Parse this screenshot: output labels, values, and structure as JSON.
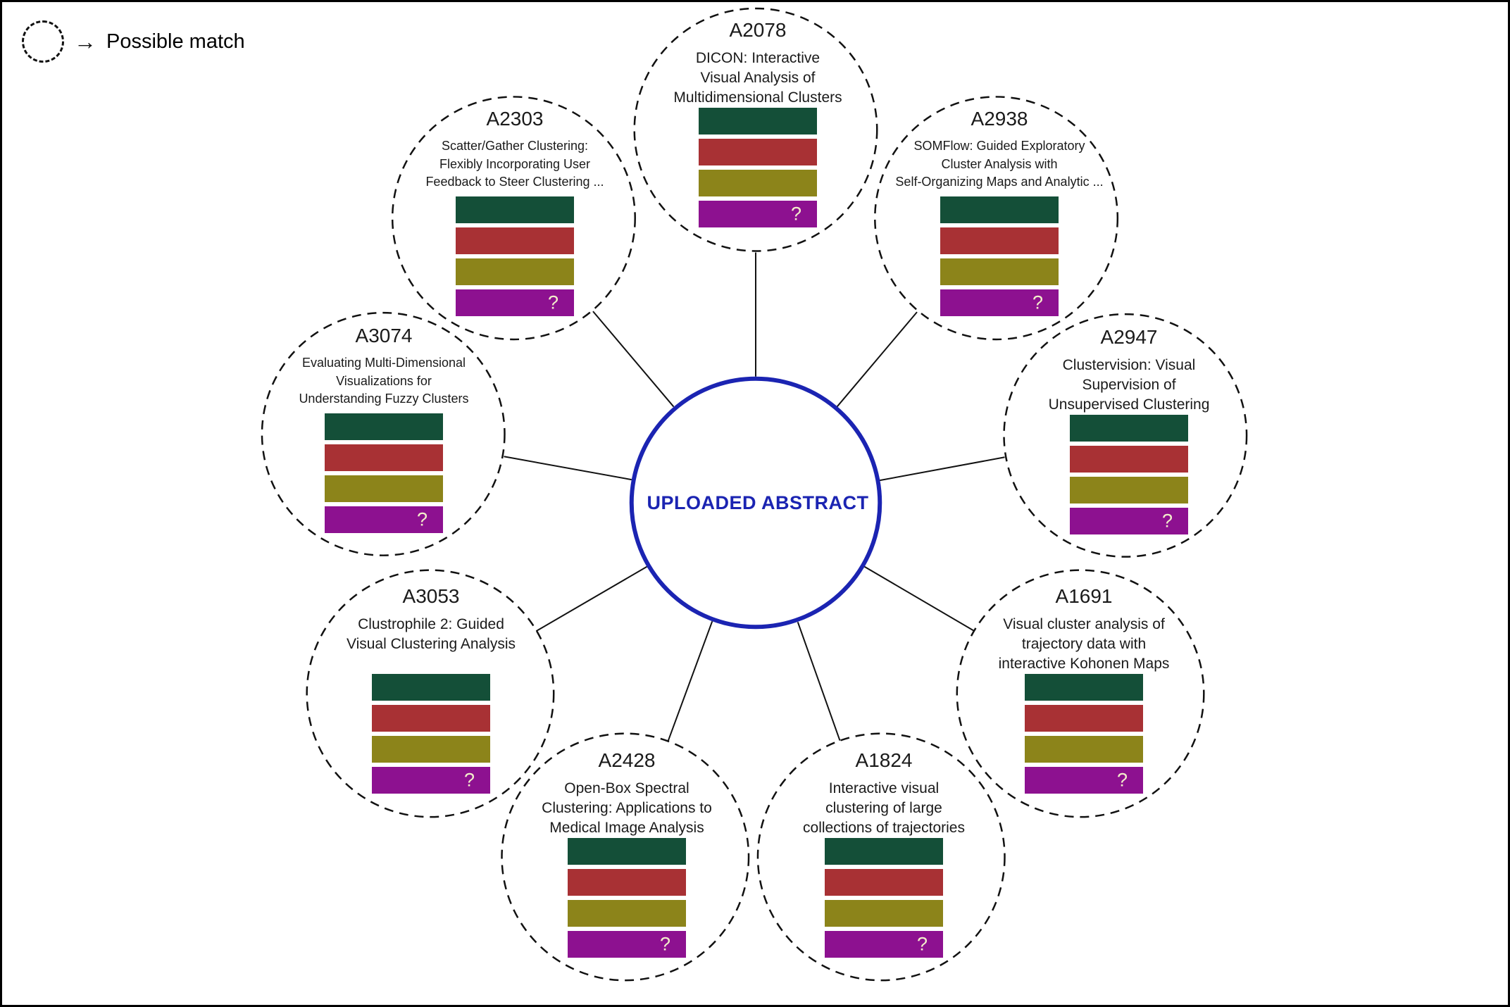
{
  "legend": {
    "arrow": "→",
    "label": "Possible match"
  },
  "center": {
    "label": "UPLOADED ABSTRACT",
    "circle_color": "#1b24b2"
  },
  "bar_colors": [
    "#144f38",
    "#a83134",
    "#8c841a",
    "#8d1190"
  ],
  "question_mark": "?",
  "nodes": [
    {
      "id": "A2078",
      "title": "DICON: Interactive\nVisual Analysis of\nMultidimensional Clusters"
    },
    {
      "id": "A2303",
      "title": "Scatter/Gather Clustering:\nFlexibly Incorporating User\nFeedback to Steer Clustering ..."
    },
    {
      "id": "A2938",
      "title": "SOMFlow: Guided Exploratory\nCluster Analysis with\nSelf-Organizing Maps and Analytic ..."
    },
    {
      "id": "A3074",
      "title": "Evaluating Multi-Dimensional\nVisualizations for\nUnderstanding Fuzzy Clusters"
    },
    {
      "id": "A2947",
      "title": "Clustervision: Visual\nSupervision of\nUnsupervised Clustering"
    },
    {
      "id": "A3053",
      "title": "Clustrophile 2: Guided\nVisual Clustering Analysis"
    },
    {
      "id": "A1691",
      "title": "Visual cluster analysis of\ntrajectory data with\ninteractive Kohonen Maps"
    },
    {
      "id": "A2428",
      "title": "Open-Box Spectral\nClustering: Applications to\nMedical Image Analysis"
    },
    {
      "id": "A1824",
      "title": "Interactive visual\nclustering of large\ncollections of trajectories"
    }
  ]
}
